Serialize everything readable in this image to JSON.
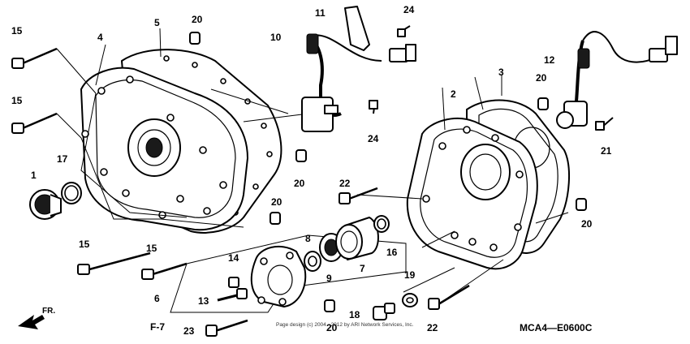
{
  "callouts": {
    "c1": "1",
    "c2": "2",
    "c3": "3",
    "c4": "4",
    "c5": "5",
    "c6": "6",
    "c7": "7",
    "c8": "8",
    "c9": "9",
    "c10": "10",
    "c11": "11",
    "c12": "12",
    "c13": "13",
    "c14": "14",
    "c15a": "15",
    "c15b": "15",
    "c15c": "15",
    "c15d": "15",
    "c16": "16",
    "c17": "17",
    "c18": "18",
    "c19": "19",
    "c20a": "20",
    "c20b": "20",
    "c20c": "20",
    "c20d": "20",
    "c20e": "20",
    "c20f": "20",
    "c21": "21",
    "c22a": "22",
    "c22b": "22",
    "c23": "23",
    "c24a": "24",
    "c24b": "24"
  },
  "diagram_code": "MCA4—E0600C",
  "reference": "F-7",
  "direction_label": "FR.",
  "copyright": "Page design (c) 2004 - 2012 by ARI Network Services, Inc."
}
